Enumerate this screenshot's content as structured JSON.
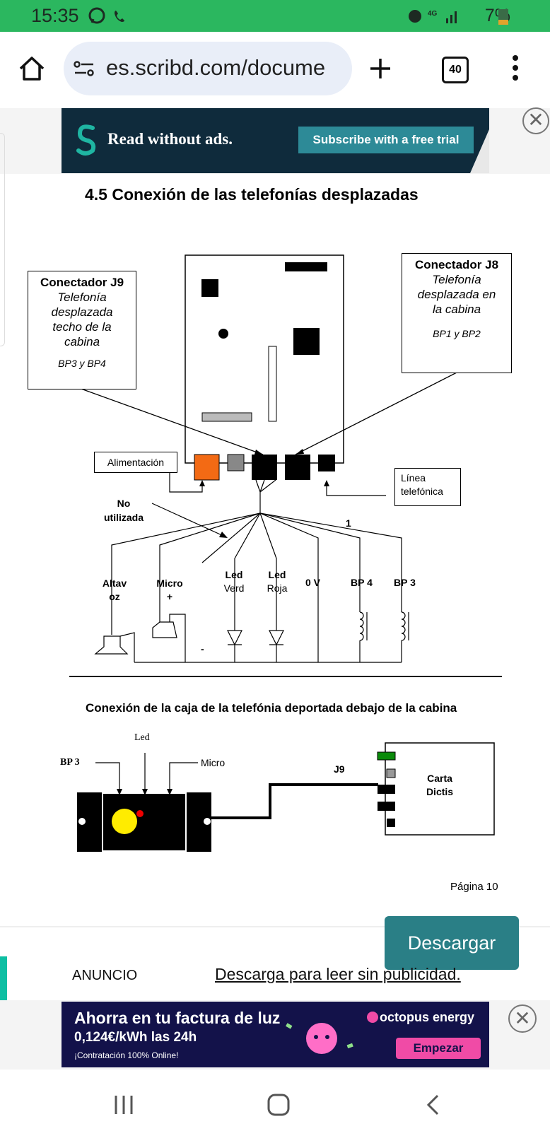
{
  "status_bar": {
    "time": "15:35",
    "network": "4G",
    "battery": "7%"
  },
  "browser": {
    "url": "es.scribd.com/docume",
    "tab_count": "40"
  },
  "ad_top": {
    "text": "Read without ads.",
    "button": "Subscribe with a free trial"
  },
  "document": {
    "title": "4.5 Conexión de las telefonías desplazadas",
    "j9": {
      "title": "Conectador J9",
      "desc": [
        "Telefonía",
        "desplazada",
        "techo de la",
        "cabina"
      ],
      "buttons": "BP3 y BP4"
    },
    "j8": {
      "title": "Conectador J8",
      "desc": [
        "Telefonía",
        "desplazada en",
        "la cabina"
      ],
      "buttons": "BP1 y BP2"
    },
    "alimentacion": "Alimentación",
    "linea": [
      "Línea",
      "telefónica"
    ],
    "no_utilizada": [
      "No",
      "utilizada"
    ],
    "one_mark": "1",
    "wire_labels": {
      "altavoz": [
        "Altav",
        "oz"
      ],
      "micro": [
        "Micro",
        "+"
      ],
      "led_verd": [
        "Led",
        "Verd"
      ],
      "led_roja": [
        "Led",
        "Roja"
      ],
      "ov": "0 V",
      "bp4": "BP 4",
      "bp3": "BP 3",
      "minus": "-"
    },
    "subtitle": "Conexión de la caja de la telefónia deportada debajo de la cabina",
    "lower": {
      "bp3": "BP 3",
      "led": "Led",
      "micro": "Micro",
      "j9": "J9",
      "carta": [
        "Carta",
        "Dictis"
      ]
    },
    "page": "Página 10"
  },
  "download": {
    "button": "Descargar",
    "anuncio": "ANUNCIO",
    "read_free": "Descarga para leer sin publicidad."
  },
  "ad_bottom": {
    "line1": "Ahorra en tu factura de luz",
    "line2": "0,124€/kWh las 24h",
    "line3": "¡Contratación 100% Online!",
    "brand": "octopus energy",
    "button": "Empezar"
  }
}
